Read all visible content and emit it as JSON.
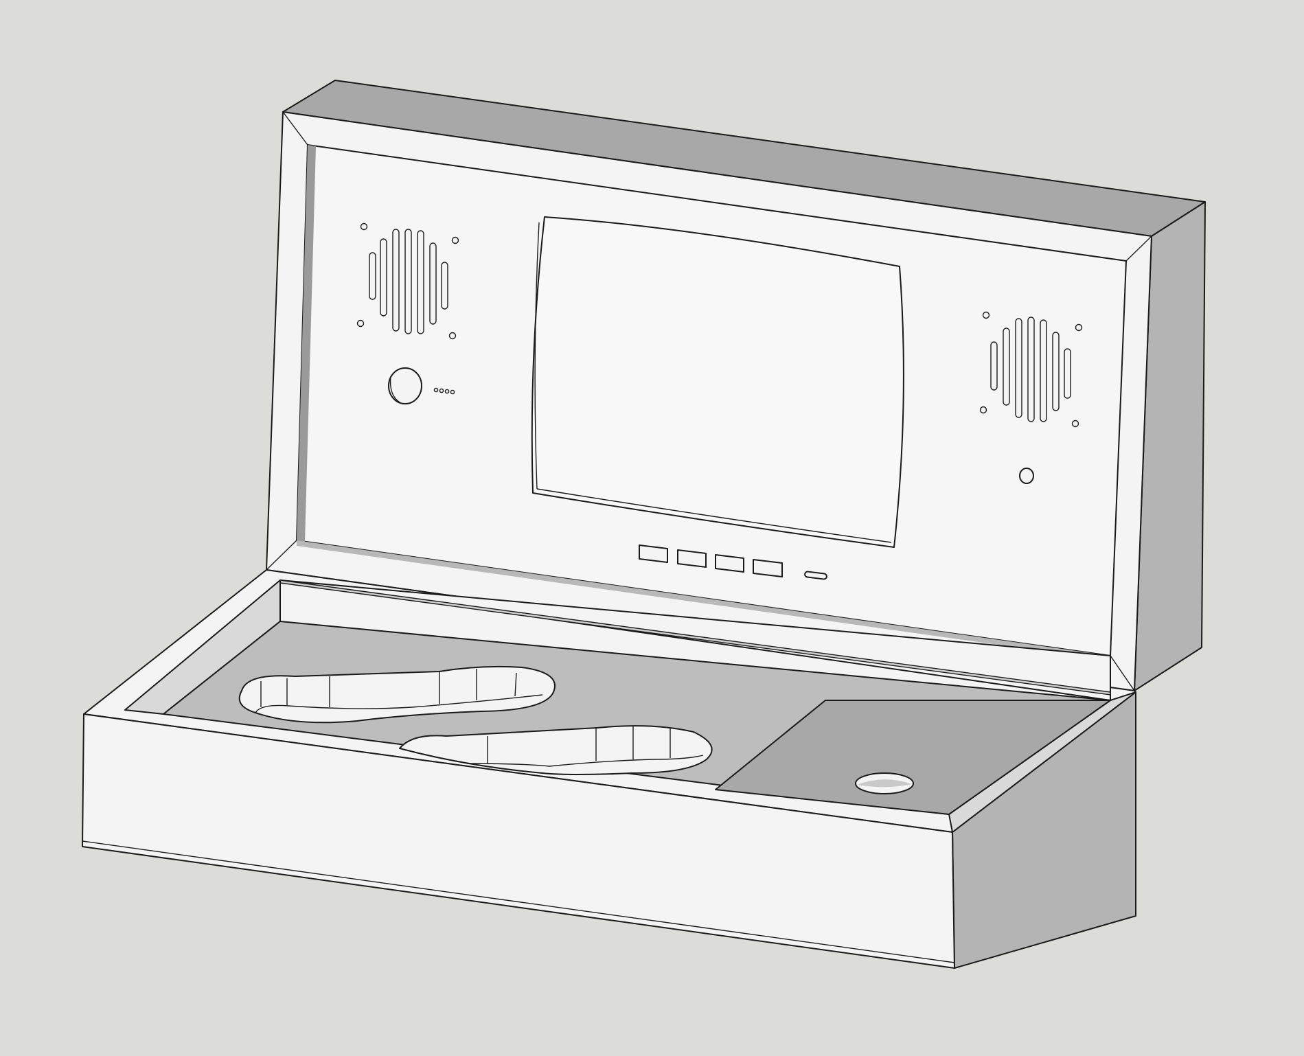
{
  "scene": {
    "background_color": "#dcdcd8",
    "face_colors": {
      "light": "#f4f4f4",
      "mid": "#bdbdbd",
      "dark": "#a8a8a8",
      "edge": "#1a1a1a"
    },
    "model_parts": [
      "lid",
      "screen-recess",
      "left-speaker-grille",
      "right-speaker-grille",
      "round-button",
      "indicator-leds",
      "small-hole",
      "button-row",
      "usb-port",
      "base-tray",
      "cutout-upper",
      "cutout-lower",
      "divider-compartment",
      "round-cutout"
    ],
    "button_row_count": 4,
    "indicator_led_count": 4
  }
}
